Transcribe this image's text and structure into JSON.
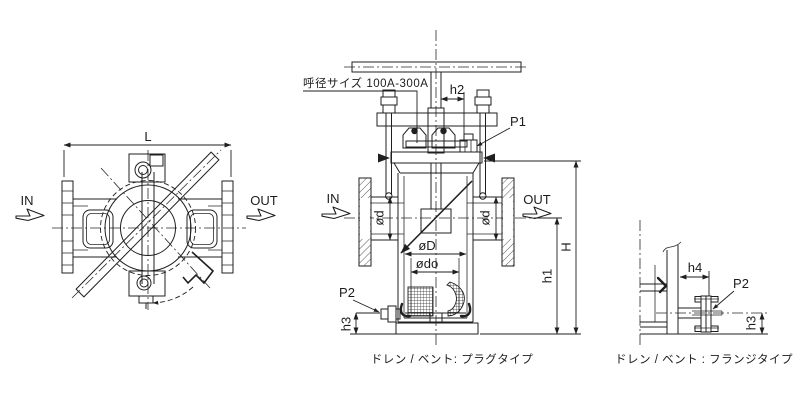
{
  "meta": {
    "drawing_type": "strainer-outline-drawing",
    "background": "#ffffff",
    "line_color": "#1f1f1f"
  },
  "plan_view": {
    "dim_length": "L",
    "flow_in": "IN",
    "flow_out": "OUT"
  },
  "front_view": {
    "size_note": "呼径サイズ 100A-300A",
    "dim_h2": "h2",
    "port_p1": "P1",
    "flow_in": "IN",
    "flow_out": "OUT",
    "dim_bore_in": "ød",
    "dim_bore_out": "ød",
    "dim_body_outer": "øD",
    "dim_body_inner": "ødo",
    "port_p2": "P2",
    "dim_h3": "h3",
    "dim_height_total": "H",
    "dim_h1": "h1",
    "caption": "ドレン / ベント: プラグタイプ"
  },
  "detail_view": {
    "dim_h4": "h4",
    "port_p2": "P2",
    "dim_h3": "h3",
    "caption": "ドレン / ベント : フランジタイプ"
  }
}
